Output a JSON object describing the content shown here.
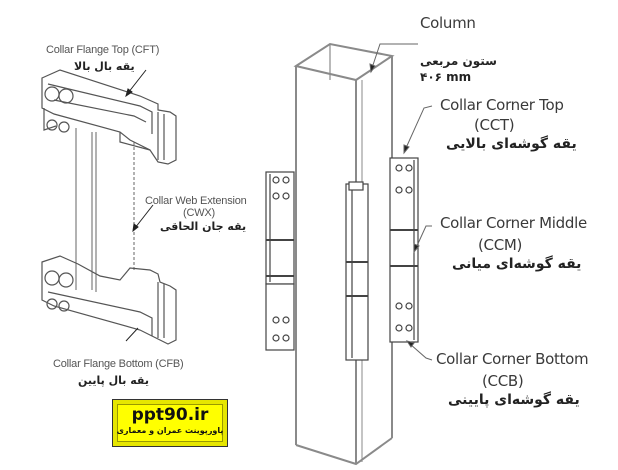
{
  "diagram": {
    "left_assembly": {
      "cft": {
        "label_en": "Collar Flange Top (CFT)",
        "label_fa": "یقه بال بالا"
      },
      "cwx": {
        "label_en_line1": "Collar Web Extension",
        "label_en_line2": "(CWX)",
        "label_fa": "یقه جان الحاقی"
      },
      "cfb": {
        "label_en": "Collar Flange Bottom (CFB)",
        "label_fa": "یقه بال پایین"
      }
    },
    "column": {
      "label_en": "Column",
      "label_fa": "ستون مربعی",
      "size": "۴۰۶ mm"
    },
    "right_labels": {
      "cct": {
        "label_en": "Collar Corner Top",
        "abbr": "(CCT)",
        "label_fa": "یقه گوشه‌ای بالایی"
      },
      "ccm": {
        "label_en": "Collar Corner Middle",
        "abbr": "(CCM)",
        "label_fa": "یقه گوشه‌ای میانی"
      },
      "ccb": {
        "label_en": "Collar Corner Bottom",
        "abbr": "(CCB)",
        "label_fa": "یقه گوشه‌ای پایینی"
      }
    }
  },
  "watermark": {
    "site": "ppt90.ir",
    "tagline": "پاورپوینت عمران و معماری",
    "bg_color": "#ffff00"
  },
  "colors": {
    "line": "#555555",
    "column_line": "#8a8a8a",
    "text": "#3a3a3a"
  }
}
